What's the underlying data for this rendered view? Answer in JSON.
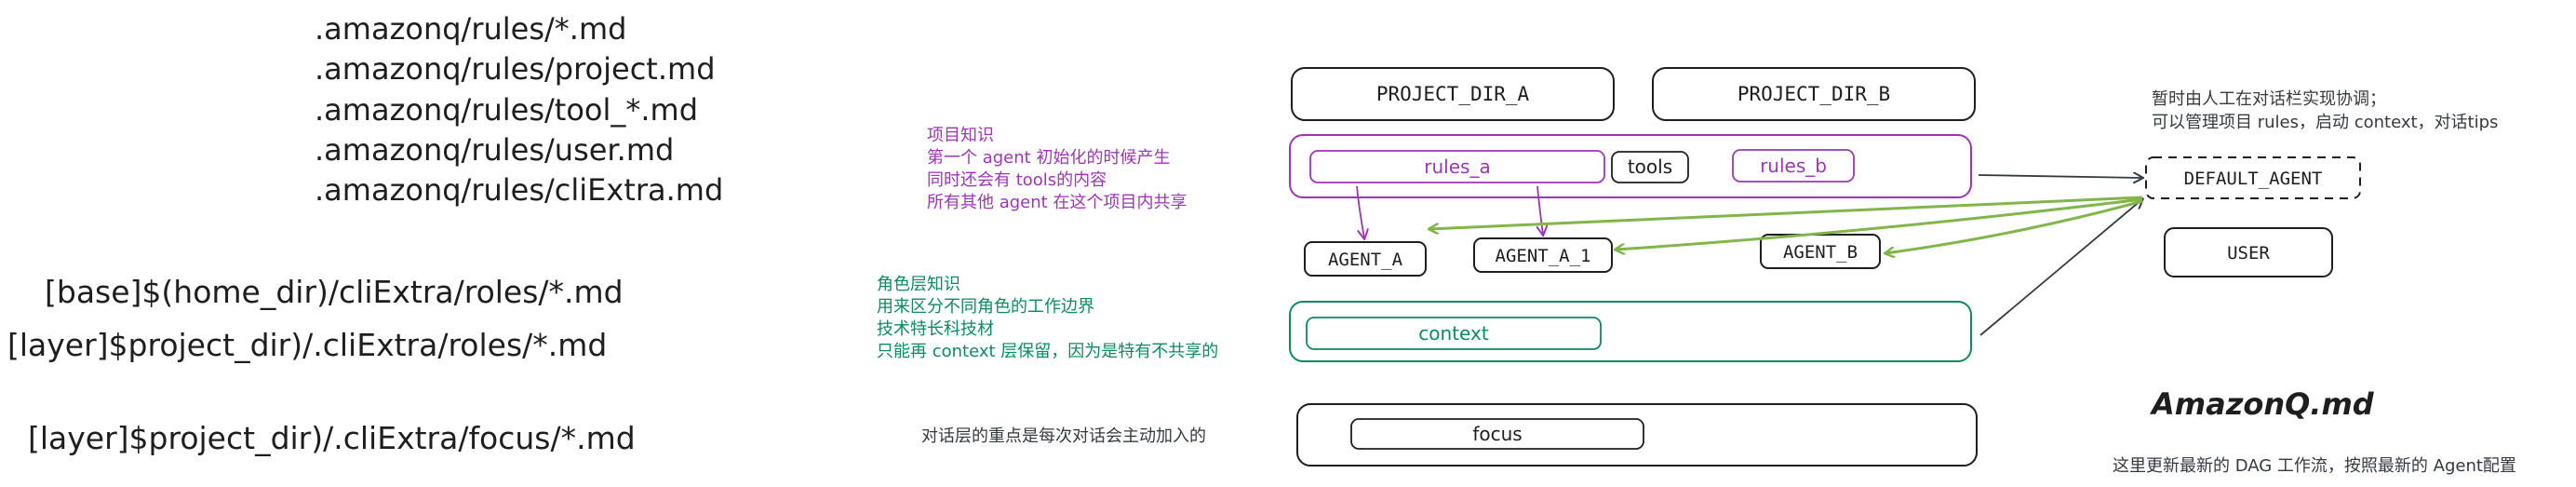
{
  "colors": {
    "ink": "#1e1e1e",
    "purple": "#9c36b5",
    "green": "#0c8a60",
    "arrow_green": "#82b54b",
    "arrow_purple": "#9c36b5",
    "arrow_gray": "#343a40"
  },
  "paths": {
    "rules": [
      ".amazonq/rules/*.md",
      ".amazonq/rules/project.md",
      ".amazonq/rules/tool_*.md",
      ".amazonq/rules/user.md",
      ".amazonq/rules/cliExtra.md"
    ],
    "roles": [
      "[base]$(home_dir)/cliExtra/roles/*.md",
      "[layer]$project_dir)/.cliExtra/roles/*.md"
    ],
    "focus": "[layer]$project_dir)/.cliExtra/focus/*.md"
  },
  "notes": {
    "project_knowledge": [
      "项目知识",
      "第一个 agent 初始化的时候产生",
      "同时还会有 tools的内容",
      "所有其他 agent 在这个项目内共享"
    ],
    "role_knowledge": [
      "角色层知识",
      "用来区分不同角色的工作边界",
      "技术特长科技材",
      "只能再 context 层保留，因为是特有不共享的"
    ],
    "dialog_layer": "对话层的重点是每次对话会主动加入的",
    "manual_coordination": [
      "暂时由人工在对话栏实现协调；",
      "可以管理项目 rules，启动 context，对话tips"
    ],
    "amazonq_desc": "这里更新最新的 DAG 工作流，按照最新的 Agent配置"
  },
  "boxes": {
    "project_dir_a": "PROJECT_DIR_A",
    "project_dir_b": "PROJECT_DIR_B",
    "rules_a": "rules_a",
    "tools": "tools",
    "rules_b": "rules_b",
    "agent_a": "AGENT_A",
    "agent_a_1": "AGENT_A_1",
    "agent_b": "AGENT_B",
    "context": "context",
    "focus": "focus",
    "default_agent": "DEFAULT_AGENT",
    "user": "USER"
  },
  "amazonq_title": "AmazonQ.md"
}
